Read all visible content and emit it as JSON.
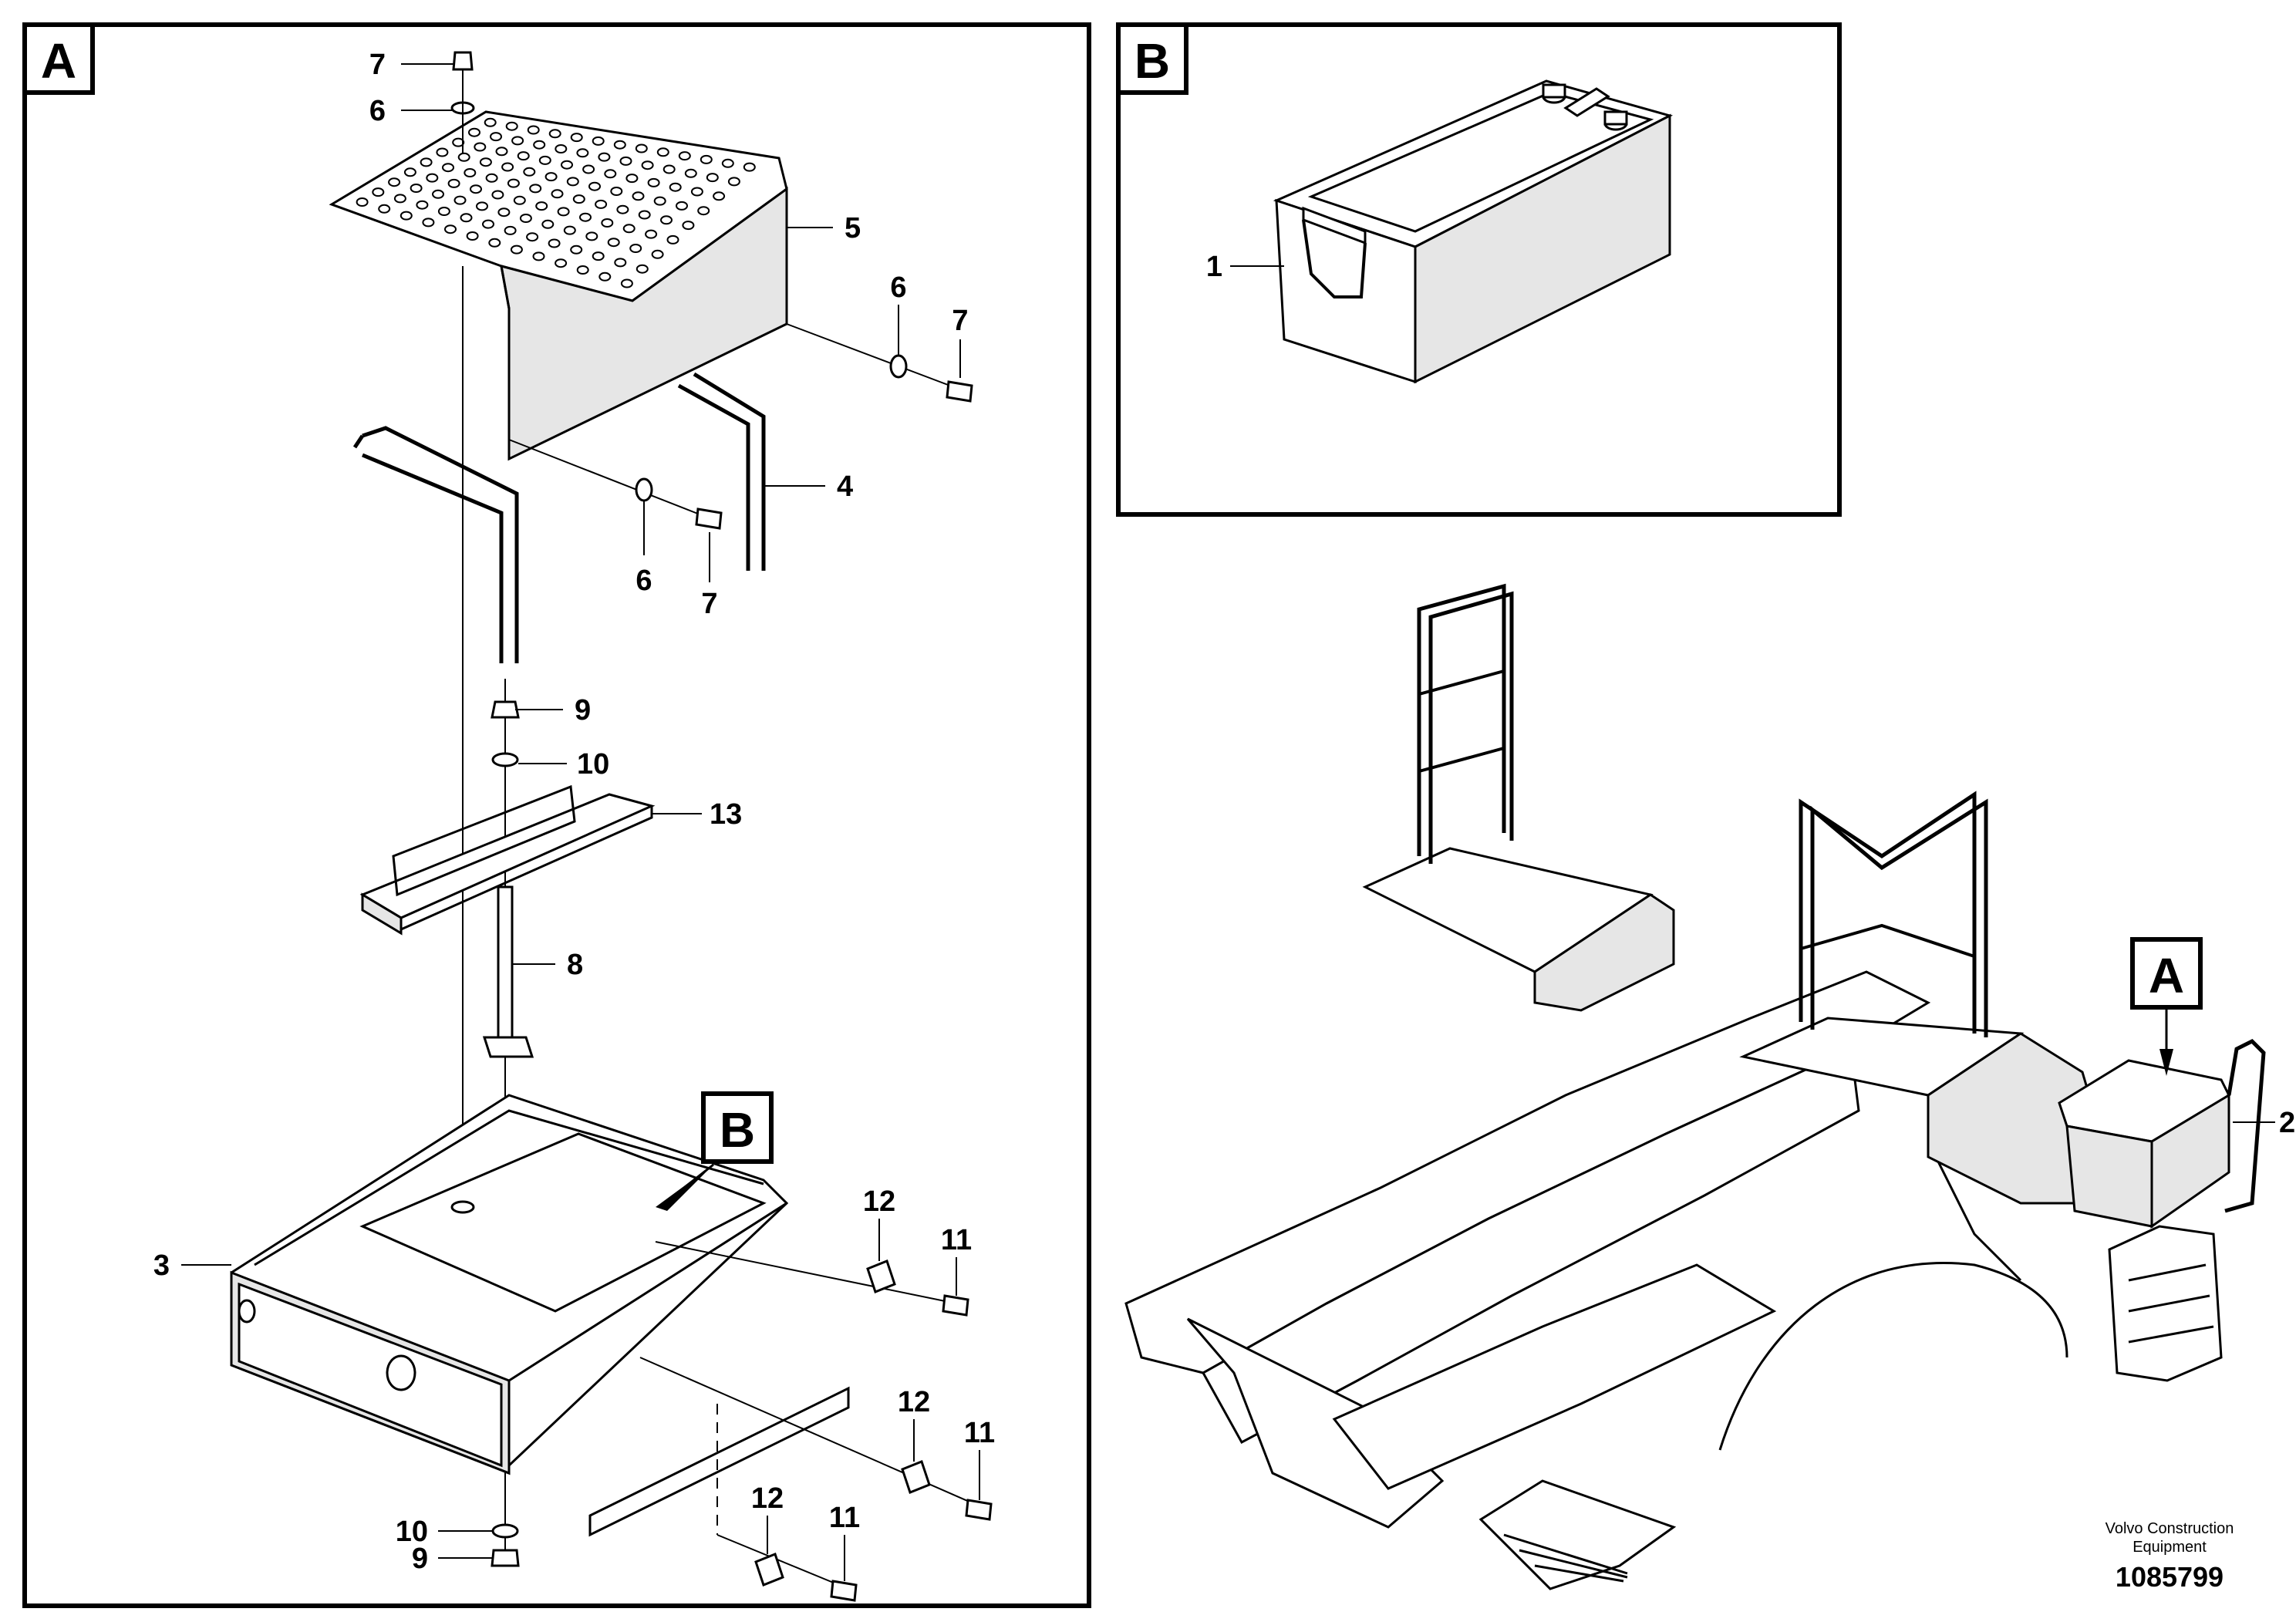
{
  "panels": {
    "a_letter": "A",
    "b_letter": "B"
  },
  "callouts": {
    "c1": "1",
    "c2": "2",
    "c3": "3",
    "c4": "4",
    "c5": "5",
    "c6a": "6",
    "c6b": "6",
    "c6c": "6",
    "c7a": "7",
    "c7b": "7",
    "c7c": "7",
    "c8": "8",
    "c9a": "9",
    "c9b": "9",
    "c10a": "10",
    "c10b": "10",
    "c11a": "11",
    "c11b": "11",
    "c11c": "11",
    "c12a": "12",
    "c12b": "12",
    "c12c": "12",
    "c13": "13",
    "ref_b": "B",
    "ref_a": "A"
  },
  "footer": {
    "company_line1": "Volvo Construction",
    "company_line2": "Equipment",
    "drawing_number": "1085799"
  }
}
